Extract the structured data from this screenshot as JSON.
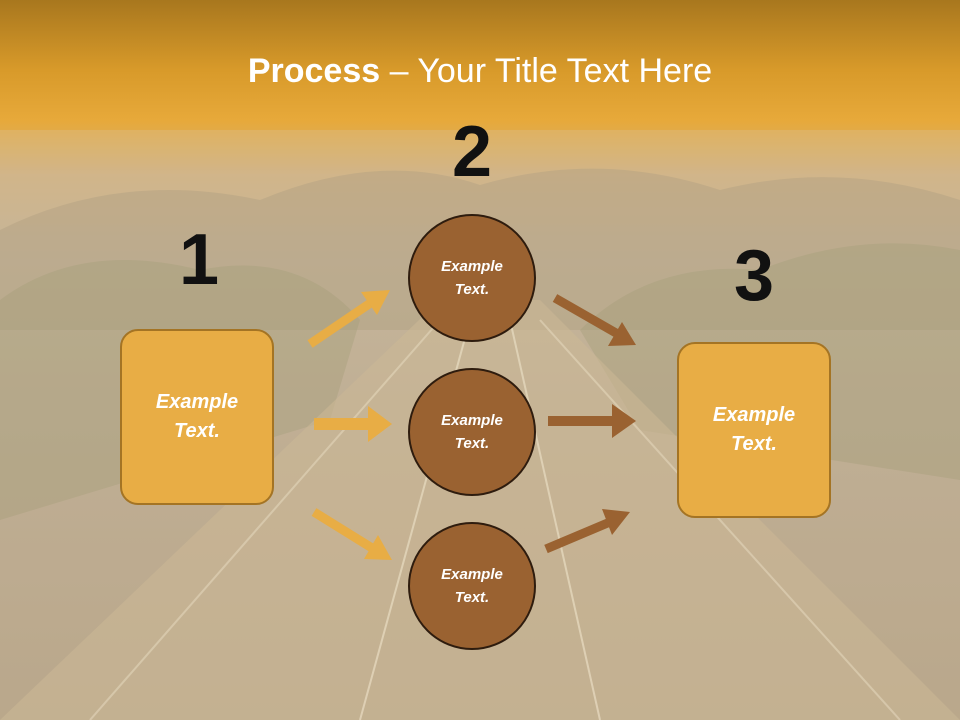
{
  "title": {
    "bold": "Process",
    "rest": " – Your Title Text Here"
  },
  "steps": [
    {
      "number": "1",
      "text": "Example\nText."
    },
    {
      "number": "2"
    },
    {
      "number": "3",
      "text": "Example\nText."
    }
  ],
  "circles": [
    {
      "text": "Example\nText."
    },
    {
      "text": "Example\nText."
    },
    {
      "text": "Example\nText."
    }
  ],
  "colors": {
    "box_fill": "#e8ad45",
    "circle_fill": "#9a6231",
    "arrow_light": "#e8ad45",
    "arrow_dark": "#9a6231"
  }
}
